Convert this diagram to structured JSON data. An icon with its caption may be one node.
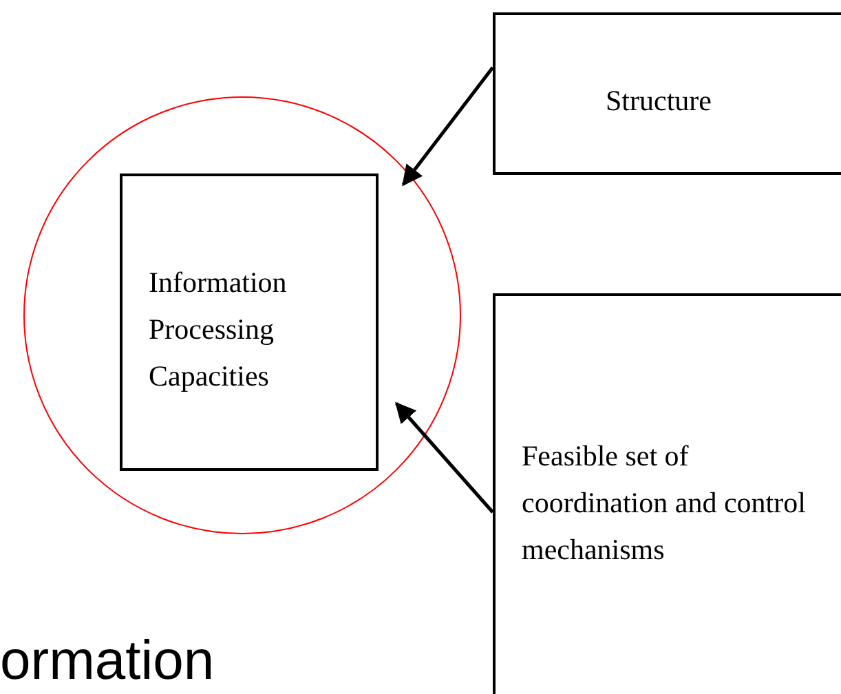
{
  "diagram": {
    "nodes": [
      {
        "text": [],
        "shape": "circle"
      },
      {
        "text": [
          "Information Processing Capacities"
        ],
        "in": 0
      },
      {
        "text": [
          "Structure"
        ]
      },
      {
        "text": [
          "Feasible set of coordination and control mechanisms"
        ]
      }
    ],
    "edges": [
      {
        "from": 2,
        "to": 0,
        "arrow": "to"
      },
      {
        "from": 3,
        "to": 0,
        "arrow": "to"
      }
    ],
    "labels": [
      "ormation"
    ]
  }
}
